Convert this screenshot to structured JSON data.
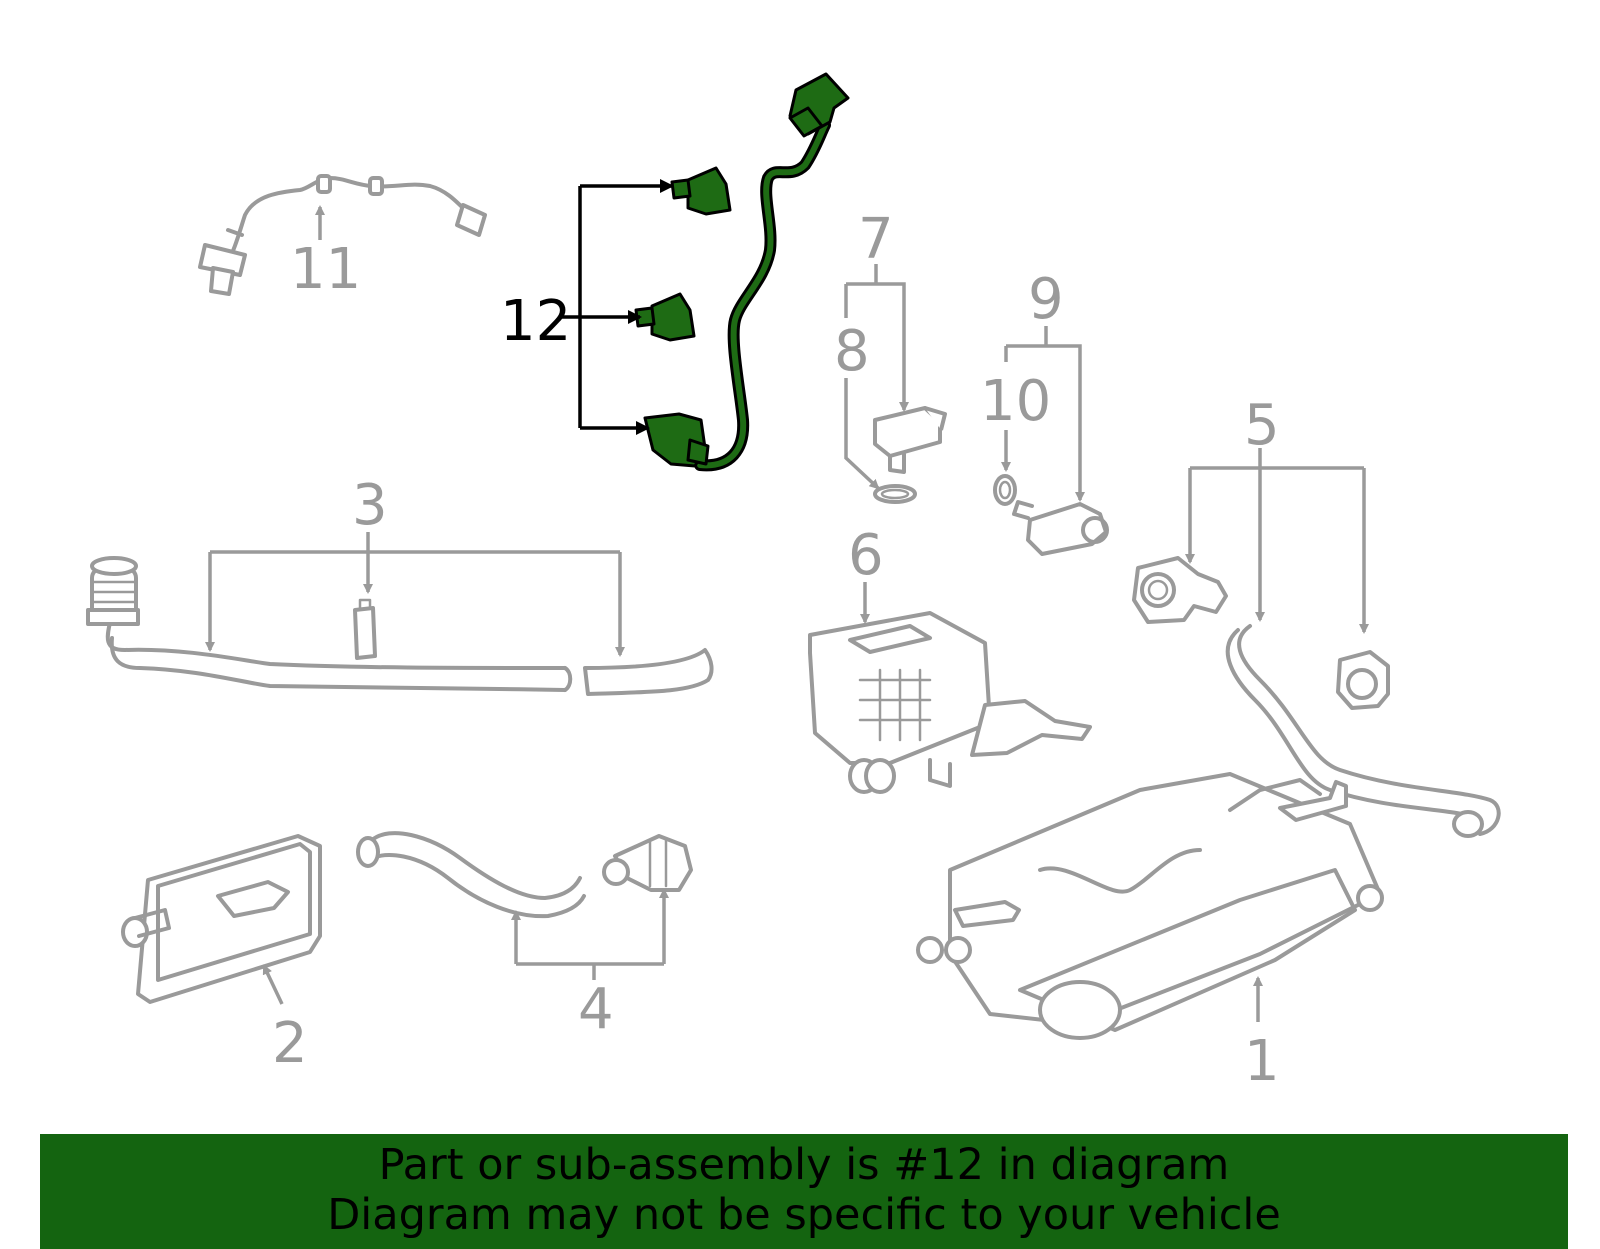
{
  "callouts": {
    "c1": "1",
    "c2": "2",
    "c3": "3",
    "c4": "4",
    "c5": "5",
    "c6": "6",
    "c7": "7",
    "c8": "8",
    "c9": "9",
    "c10": "10",
    "c11": "11",
    "c12": "12"
  },
  "highlighted_part": "12",
  "colors": {
    "highlight": "#1e6b14",
    "banner": "#146410",
    "part_lines": "#9a9a9a"
  },
  "banner": {
    "line1": "Part or sub-assembly is #12 in diagram",
    "line2": "Diagram may not be specific to your vehicle"
  }
}
